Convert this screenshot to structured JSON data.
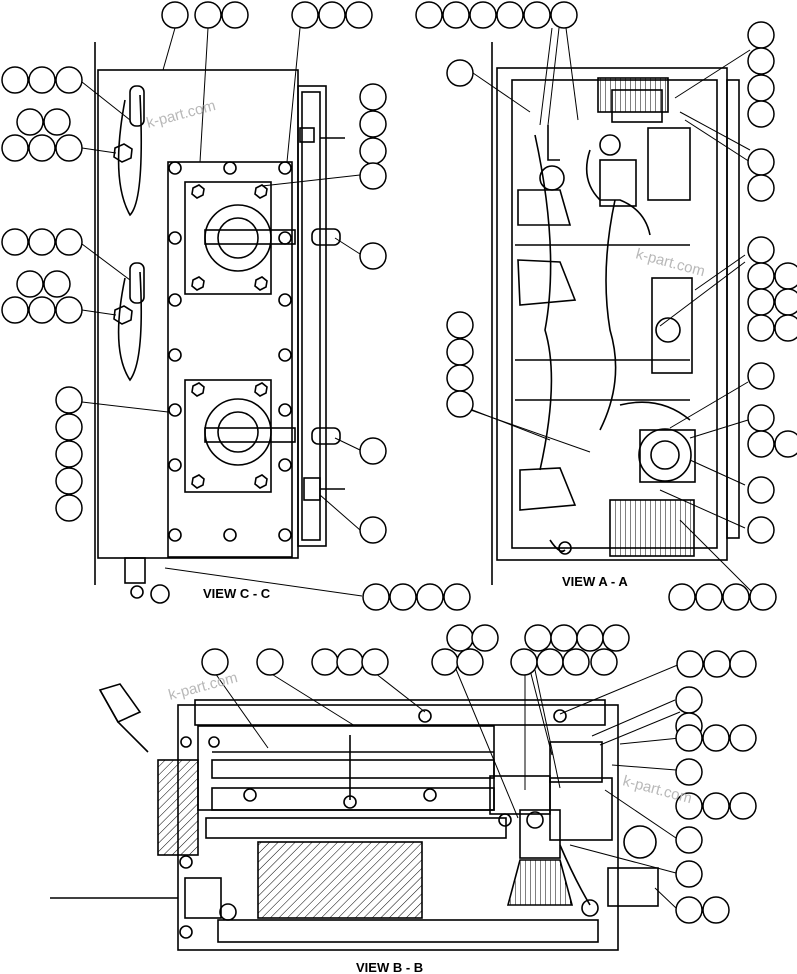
{
  "views": {
    "c_c": "VIEW C - C",
    "a_a": "VIEW A - A",
    "b_b": "VIEW B - B"
  },
  "watermarks": [
    "k-part.com",
    "k-part.com",
    "k-part.com",
    "k-part.com"
  ],
  "colors": {
    "ink": "#000000",
    "paper": "#ffffff",
    "watermark": "#b8b8b8"
  }
}
